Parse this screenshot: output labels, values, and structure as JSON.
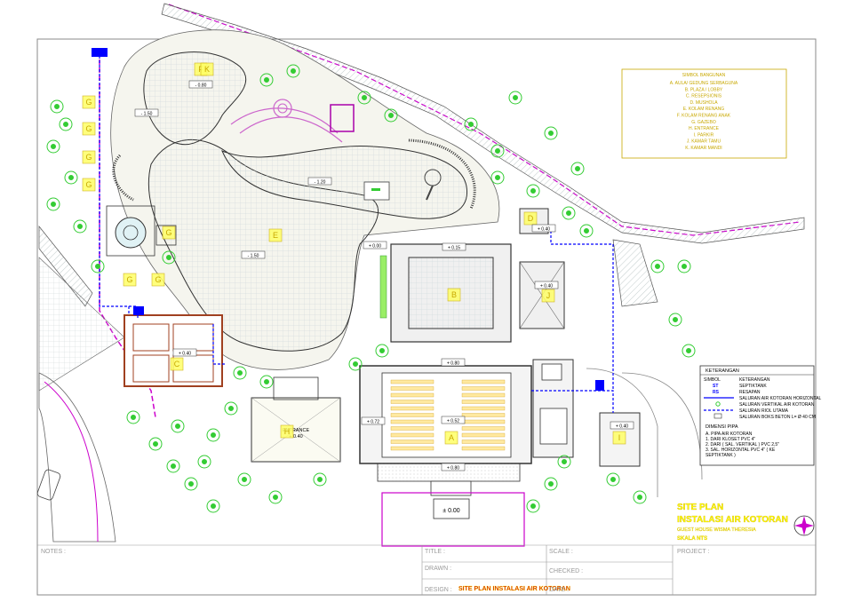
{
  "drawing": {
    "title_lines": [
      "SITE PLAN",
      "INSTALASI AIR KOTORAN"
    ],
    "subtitle": "GUEST HOUSE WISMA THERESIA",
    "scale": "SKALA  NTS"
  },
  "legend_buildings": [
    "A. AULA/ GEDUNG SERBAGUNA",
    "B. PLAZA / LOBBY",
    "C. RESEPSIONIS",
    "D. MUSHOLA",
    "E. KOLAM RENANG",
    "F. KOLAM RENANG ANAK",
    "G. GAZEBO",
    "H. ENTRANCE",
    "I. PARKIR",
    "J. KAMAR TAMU",
    "K. KAMAR MANDI"
  ],
  "keterangan": {
    "title": "KETERANGAN",
    "header_symbol": "SIMBOL",
    "header_desc": "KETERANGAN",
    "rows": [
      {
        "symbol": "ST",
        "desc": "SEPTIKTANK"
      },
      {
        "symbol": "RS",
        "desc": "RESAPAN"
      },
      {
        "symbol": "line-blue",
        "desc": "SALURAN AIR KOTORAN HORIZONTAL"
      },
      {
        "symbol": "circle",
        "desc": "SALURAN VERTIKAL AIR KOTORAN"
      },
      {
        "symbol": "line-dash",
        "desc": "SALURAN RIOL UTAMA"
      },
      {
        "symbol": "box",
        "desc": "SALURAN BOKS BETON L= Ø 40 CM"
      }
    ],
    "dimensi_title": "DIMENSI PIPA",
    "dimensi_lines": [
      "A. PIPA AIR KOTORAN",
      "1. DARI KLOSET PVC 4\"",
      "2. DARI ( SAL. VERTIKAL ) PVC 2,5\"",
      "3. SAL. HORIZONTAL PVC 4\" ( KE",
      "   SEPTIKTANK )"
    ]
  },
  "zones": [
    "A",
    "B",
    "C",
    "D",
    "E",
    "F",
    "G",
    "G",
    "G",
    "G",
    "G",
    "G",
    "G",
    "H",
    "I",
    "J",
    "K"
  ],
  "elevations": [
    "± 0.00",
    "+ 0.15",
    "+ 0.40",
    "+ 0.40",
    "+ 0.40",
    "+ 0.40",
    "+ 0.72",
    "+ 0.52",
    "+ 0.80",
    "+ 0.80",
    "- 1.50",
    "- 1.50",
    "- 1.20",
    "- 0.80",
    "+ 0.00"
  ],
  "entrance_label": "ENTRANCE",
  "entrance_level": "+ 0.40",
  "main_level": "± 0.00",
  "title_block": {
    "notes": "NOTES :",
    "title": "TITLE :",
    "drawn": "DRAWN :",
    "design": "DESIGN :",
    "design_value": "SITE PLAN INSTALASI AIR KOTORAN",
    "scale": "SCALE :",
    "checked": "CHECKED :",
    "date": "DATE :",
    "project": "PROJECT :"
  },
  "colors": {
    "pool_outline": "#333333",
    "tree": "#33cc33",
    "sewer": "#0000ff",
    "boundary": "#cc00cc",
    "legend_text": "#c8a800",
    "title_text": "#ffff00",
    "building_fill": "#e8e8e8",
    "zone_letter_fill": "#ffff66"
  }
}
